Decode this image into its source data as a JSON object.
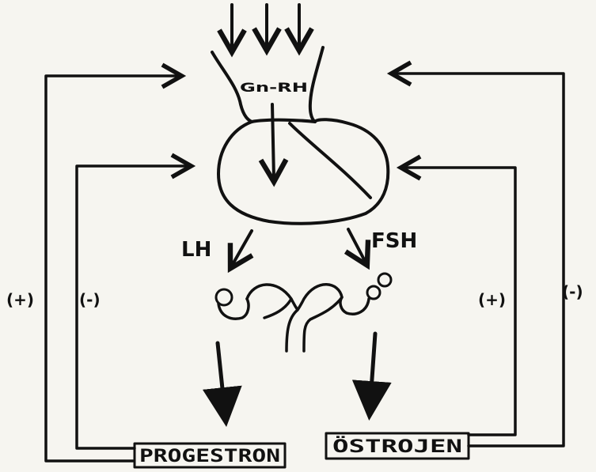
{
  "labels": {
    "gnrh": "Gn-RH",
    "lh": "LH",
    "fsh": "FSH",
    "progesterone": "PROGESTRON",
    "estrogen": "ÖSTROJEN",
    "left_outer_sign": "(+)",
    "left_inner_sign": "(-)",
    "right_inner_sign": "(+)",
    "right_outer_sign": "(-)"
  }
}
